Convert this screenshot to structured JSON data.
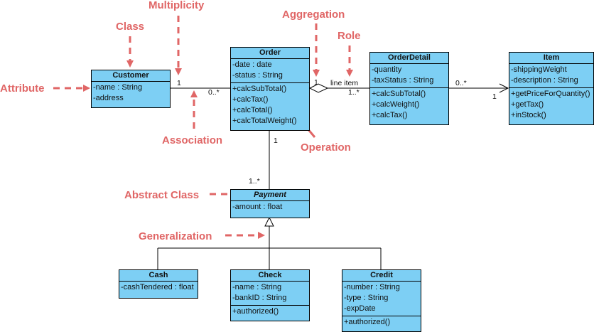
{
  "colors": {
    "class_fill": "#7dcff4",
    "annotation": "#e06666",
    "line": "#000000"
  },
  "classes": {
    "customer": {
      "name": "Customer",
      "attributes": [
        "-name : String",
        "-address"
      ],
      "operations": []
    },
    "order": {
      "name": "Order",
      "attributes": [
        "-date : date",
        "-status : String"
      ],
      "operations": [
        "+calcSubTotal()",
        "+calcTax()",
        "+calcTotal()",
        "+calcTotalWeight()"
      ]
    },
    "orderdetail": {
      "name": "OrderDetail",
      "attributes": [
        "-quantity",
        "-taxStatus : String"
      ],
      "operations": [
        "+calcSubTotal()",
        "+calcWeight()",
        "+calcTax()"
      ]
    },
    "item": {
      "name": "Item",
      "attributes": [
        "-shippingWeight",
        "-description : String"
      ],
      "operations": [
        "+getPriceForQuantity()",
        "+getTax()",
        "+inStock()"
      ]
    },
    "payment": {
      "name": "Payment",
      "abstract": true,
      "attributes": [
        "-amount : float"
      ],
      "operations": []
    },
    "cash": {
      "name": "Cash",
      "attributes": [
        "-cashTendered : float"
      ],
      "operations": []
    },
    "check": {
      "name": "Check",
      "attributes": [
        "-name : String",
        "-bankID : String"
      ],
      "operations": [
        "+authorized()"
      ]
    },
    "credit": {
      "name": "Credit",
      "attributes": [
        "-number : String",
        "-type : String",
        "-expDate"
      ],
      "operations": [
        "+authorized()"
      ]
    }
  },
  "relations": {
    "customer_order": {
      "from_mult": "1",
      "to_mult": "0..*"
    },
    "order_orderdetail": {
      "from_mult": "1",
      "role": "line item",
      "to_mult": "1..*"
    },
    "orderdetail_item": {
      "from_mult": "0..*",
      "to_mult": "1"
    },
    "order_payment": {
      "from_mult": "1",
      "to_mult": "1..*"
    }
  },
  "annotations": {
    "multiplicity": "Multiplicity",
    "class": "Class",
    "attribute": "Attribute",
    "association": "Association",
    "aggregation": "Aggregation",
    "role": "Role",
    "operation": "Operation",
    "abstract_class": "Abstract Class",
    "generalization": "Generalization"
  }
}
